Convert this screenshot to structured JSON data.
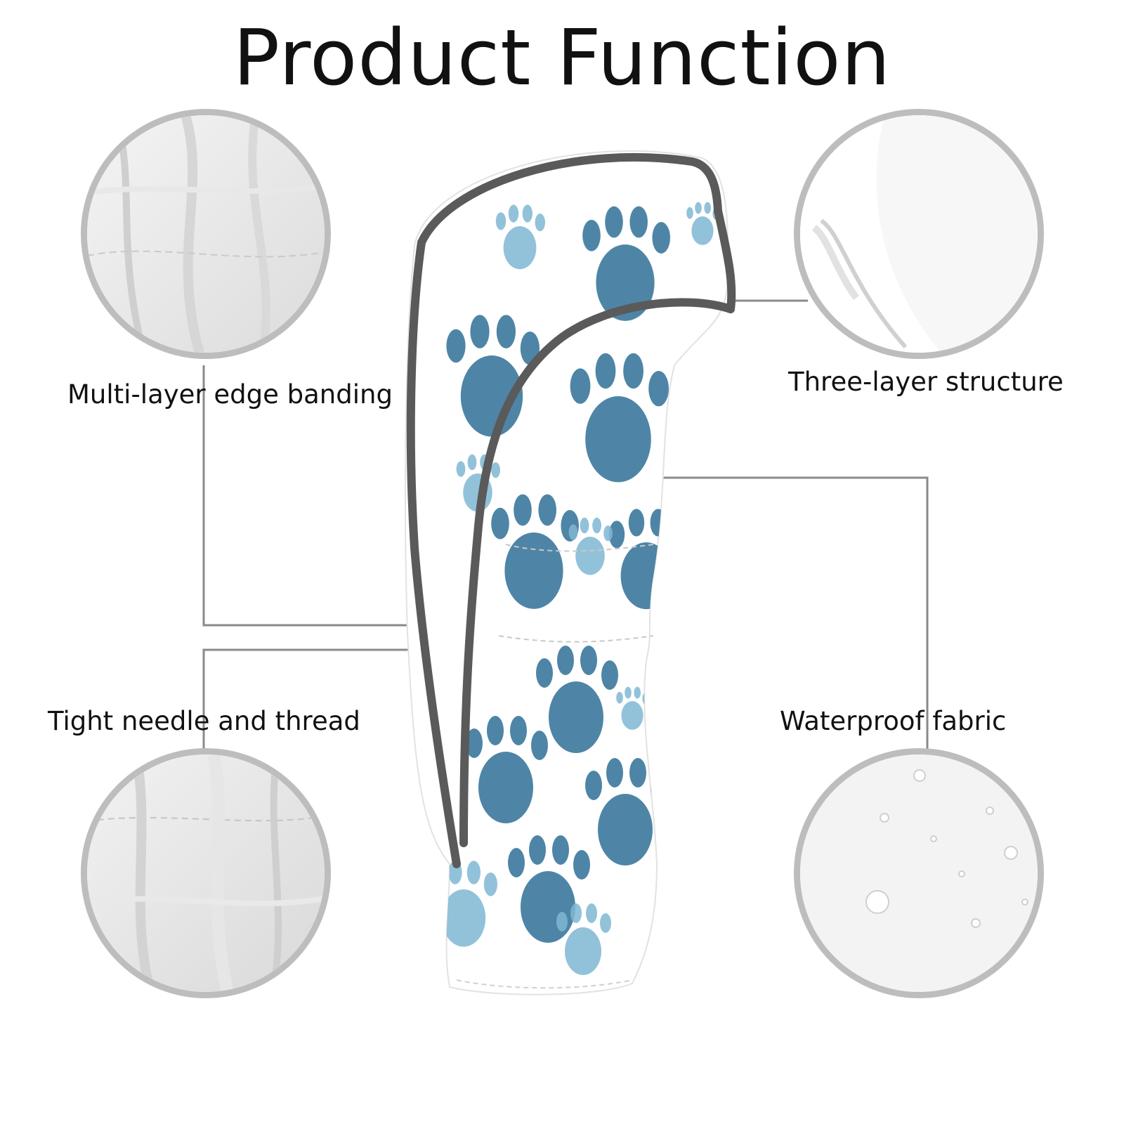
{
  "title": "Product Function",
  "features": {
    "top_left": "Multi-layer edge banding",
    "top_right": "Three-layer structure",
    "bottom_left": "Tight needle and thread",
    "bottom_right": "Waterproof fabric"
  },
  "colors": {
    "paw_dark": "#2f6f97",
    "paw_light": "#7fb7d4",
    "trim": "#5a5a5a",
    "circle_border": "#bdbdbd",
    "leader_line": "#8a8a8a"
  }
}
